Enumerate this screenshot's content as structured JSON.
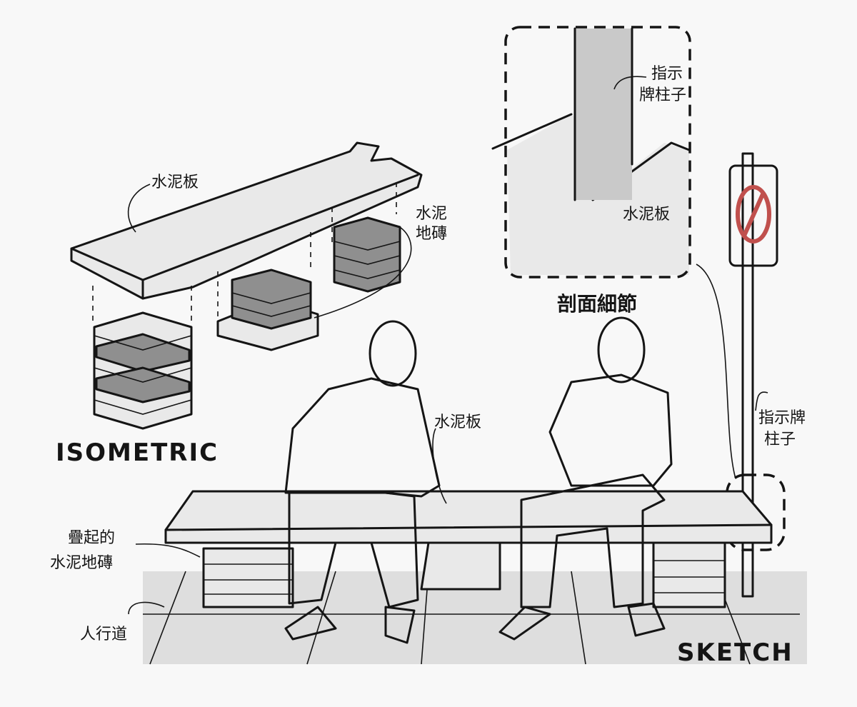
{
  "labels": {
    "iso_slab": "水泥板",
    "iso_tiles": [
      "水泥",
      "地磚"
    ],
    "detail_post": [
      "指示",
      "牌柱子"
    ],
    "detail_slab": "水泥板",
    "detail_caption": "剖面細節",
    "isometric_title": "ISOMETRIC",
    "bench_slab": "水泥板",
    "sign_post": [
      "指示牌",
      "柱子"
    ],
    "stacked_tiles": [
      "疊起的",
      "水泥地磚"
    ],
    "sidewalk": "人行道",
    "sketch_title": "SKETCH"
  },
  "colors": {
    "ink": "#151515",
    "concrete_light": "#e9e9e9",
    "concrete_dark": "#8f8f8f",
    "sign_blue": "#6f9fd0",
    "sign_red": "#c0504d"
  }
}
